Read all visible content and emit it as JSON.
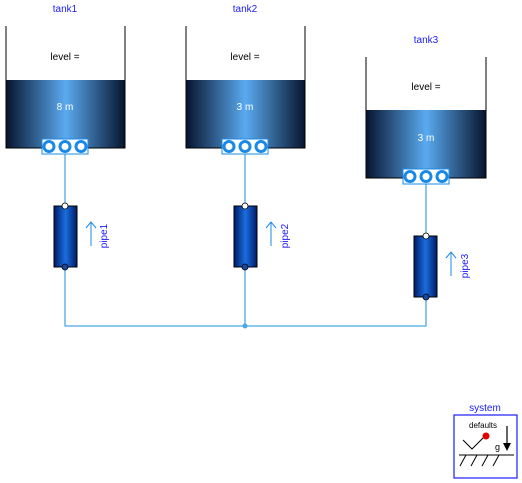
{
  "tanks": [
    {
      "name": "tank1",
      "level_label": "level =",
      "level_value": "8 m"
    },
    {
      "name": "tank2",
      "level_label": "level =",
      "level_value": "3 m"
    },
    {
      "name": "tank3",
      "level_label": "level =",
      "level_value": "3 m"
    }
  ],
  "pipes": [
    {
      "name": "pipe1"
    },
    {
      "name": "pipe2"
    },
    {
      "name": "pipe3"
    }
  ],
  "system": {
    "name": "system",
    "defaults_label": "defaults",
    "gravity_label": "g"
  },
  "colors": {
    "label_blue": "#1a1aff",
    "connection_line": "#4aa8e8",
    "tank_fluid_dark": "#0a1a3a",
    "tank_fluid_light": "#5aaaf0",
    "pipe_dark": "#001a66",
    "pipe_light": "#1a6ee0",
    "port_blue": "#1a8ae8"
  }
}
